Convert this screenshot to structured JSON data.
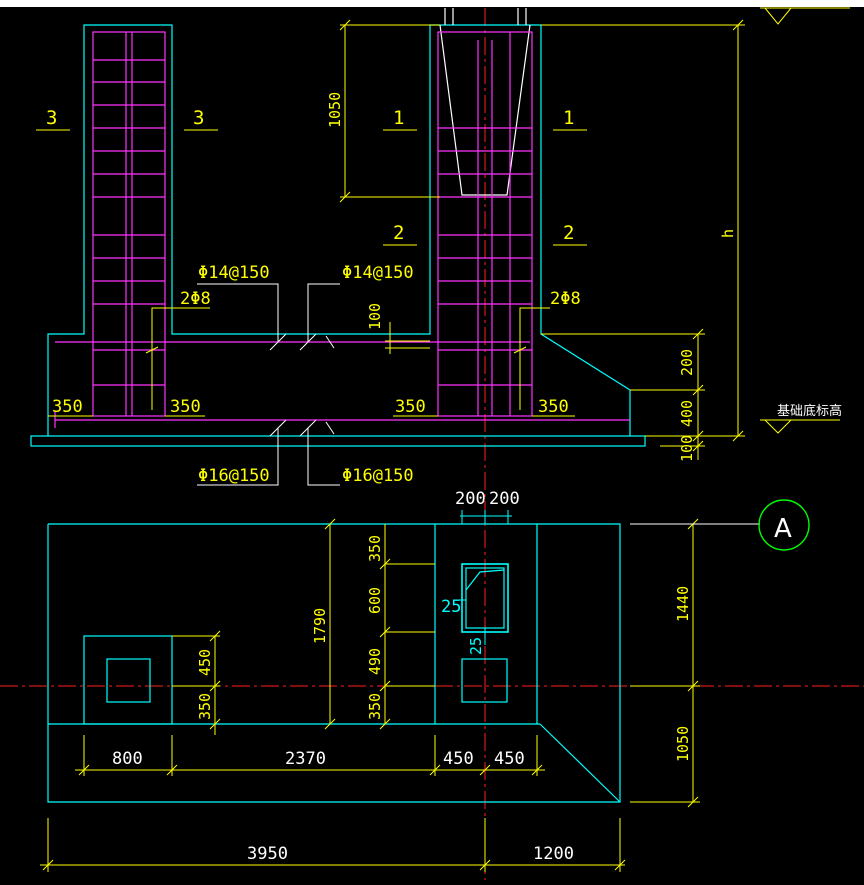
{
  "drawing": {
    "elevation": {
      "section_marks": {
        "left_a": "3",
        "left_b": "3",
        "mid_a": "1",
        "mid_b": "1",
        "lower_a": "2",
        "lower_b": "2"
      },
      "rebar_labels": {
        "top_left": "Φ14@150",
        "top_right": "Φ14@150",
        "bottom_left": "Φ16@150",
        "bottom_right": "Φ16@150",
        "stirrup_left": "2Φ8",
        "stirrup_right": "2Φ8"
      },
      "dims": {
        "d1050": "1050",
        "d100": "100",
        "d200": "200",
        "d400": "400",
        "d100b": "100",
        "h": "h",
        "c350_1": "350",
        "c350_2": "350",
        "c350_3": "350",
        "c350_4": "350"
      },
      "elevation_label": "基础底标高"
    },
    "plan": {
      "axis_label": "A",
      "dims": {
        "top_200a": "200",
        "top_200b": "200",
        "v350a": "350",
        "v600": "600",
        "v490": "490",
        "v350b": "350",
        "v1790": "1790",
        "v450": "450",
        "v350c": "350",
        "d25a": "25",
        "d25b": "25",
        "h800": "800",
        "h2370": "2370",
        "h450a": "450",
        "h450b": "450",
        "r1440": "1440",
        "r1050": "1050",
        "b3950": "3950",
        "b1200": "1200"
      }
    }
  }
}
